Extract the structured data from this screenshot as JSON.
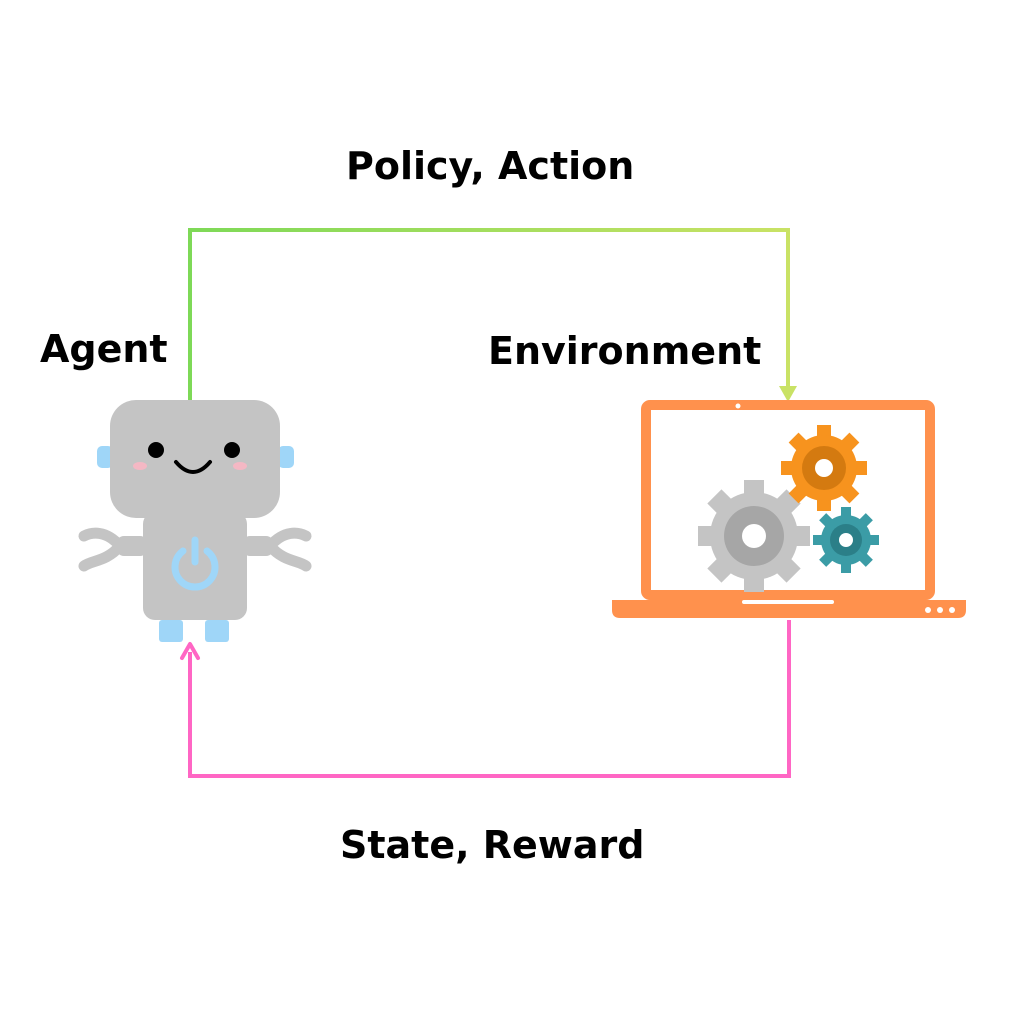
{
  "labels": {
    "top_edge": "Policy, Action",
    "agent": "Agent",
    "environment": "Environment",
    "bottom_edge": "State, Reward"
  },
  "colors": {
    "top_arrow_start": "#7ed957",
    "top_arrow_end": "#c9e265",
    "bottom_arrow": "#ff66c4",
    "robot_body": "#c4c4c4",
    "robot_accent": "#9fd6f8",
    "laptop": "#ff914d",
    "gear_orange": "#f7931e",
    "gear_grey": "#c4c4c4",
    "gear_teal": "#3b9ca6"
  },
  "icons": {
    "agent": "robot-icon",
    "environment": "laptop-gears-icon"
  }
}
